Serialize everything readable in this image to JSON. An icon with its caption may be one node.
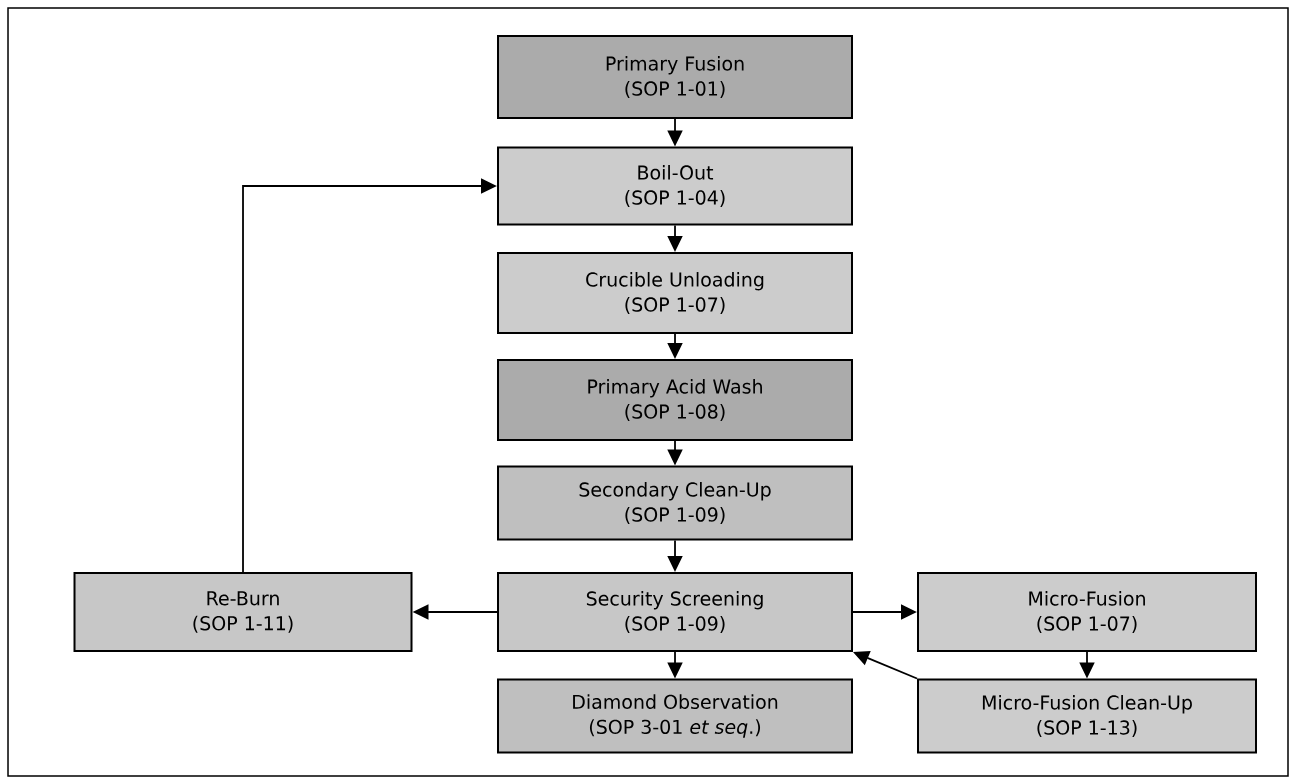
{
  "diagram": {
    "nodes": [
      {
        "text": [
          "Primary Fusion",
          "(SOP 1-01)"
        ]
      },
      {
        "text": [
          "Boil-Out",
          "(SOP 1-04)"
        ]
      },
      {
        "text": [
          "Crucible Unloading",
          "(SOP 1-07)"
        ]
      },
      {
        "text": [
          "Primary Acid Wash",
          "(SOP 1-08)"
        ]
      },
      {
        "text": [
          "Secondary Clean-Up",
          "(SOP 1-09)"
        ]
      },
      {
        "text": [
          "Re-Burn",
          "(SOP 1-11)"
        ]
      },
      {
        "text": [
          "Security Screening",
          "(SOP 1-09)"
        ]
      },
      {
        "text": [
          "Micro-Fusion",
          "(SOP 1-07)"
        ]
      },
      {
        "text": [
          "Diamond Observation",
          "(SOP 3-01 *et seq*.)"
        ]
      },
      {
        "text": [
          "Micro-Fusion Clean-Up",
          "(SOP 1-13)"
        ]
      }
    ],
    "edges": [
      {
        "from": 0,
        "to": 1,
        "arrow": "to"
      },
      {
        "from": 1,
        "to": 2,
        "arrow": "to"
      },
      {
        "from": 2,
        "to": 3,
        "arrow": "to"
      },
      {
        "from": 3,
        "to": 4,
        "arrow": "to"
      },
      {
        "from": 4,
        "to": 6,
        "arrow": "to"
      },
      {
        "from": 6,
        "to": 5,
        "arrow": "to"
      },
      {
        "from": 5,
        "to": 1,
        "arrow": "to"
      },
      {
        "from": 6,
        "to": 7,
        "arrow": "to"
      },
      {
        "from": 6,
        "to": 8,
        "arrow": "to"
      },
      {
        "from": 7,
        "to": 9,
        "arrow": "to"
      },
      {
        "from": 9,
        "to": 6,
        "arrow": "to"
      }
    ]
  }
}
